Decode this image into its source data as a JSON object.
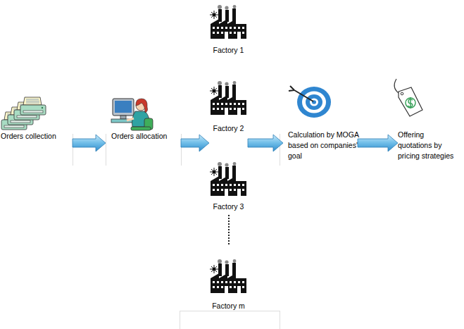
{
  "diagram": {
    "nodes": [
      {
        "text": [
          "Orders collection"
        ]
      },
      {
        "text": [
          "Orders allocation"
        ]
      },
      {
        "text": [
          "Factory 1"
        ]
      },
      {
        "text": [
          "Factory 2"
        ]
      },
      {
        "text": [
          "Factory 3"
        ]
      },
      {
        "text": [
          "Factory m"
        ]
      },
      {
        "text": [
          "Calculation by MOGA based on companies' goal"
        ]
      },
      {
        "text": [
          "Offering quotations by pricing strategies"
        ]
      }
    ],
    "edges": [
      {
        "from": 0,
        "to": 1,
        "arrow": "to"
      },
      {
        "from": 1,
        "to": 3,
        "arrow": "to"
      },
      {
        "from": 3,
        "to": 6,
        "arrow": "to"
      },
      {
        "from": 6,
        "to": 7,
        "arrow": "to"
      }
    ]
  }
}
